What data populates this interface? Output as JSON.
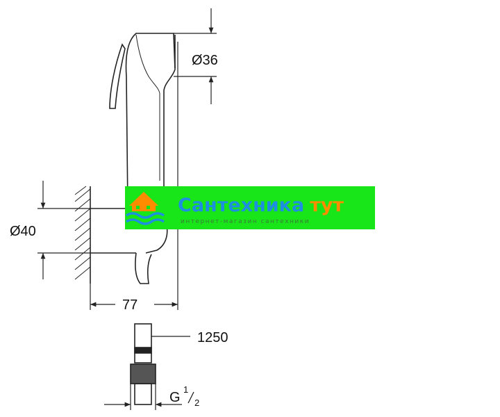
{
  "dimensions": {
    "head_diameter": "Ø36",
    "wall_diameter": "Ø40",
    "depth": "77",
    "hose_length": "1250",
    "thread_main": "G",
    "thread_sup": "1",
    "thread_sub": "2"
  },
  "watermark": {
    "title_main": "Сантехника",
    "title_accent": "тут",
    "subtitle": "интернет-магазин сантехники"
  },
  "colors": {
    "line": "#222222",
    "watermark_bg": "#19e619",
    "watermark_title": "#1e8fe0",
    "watermark_accent": "#ff8c00",
    "watermark_subtitle": "#3a7a3a"
  }
}
